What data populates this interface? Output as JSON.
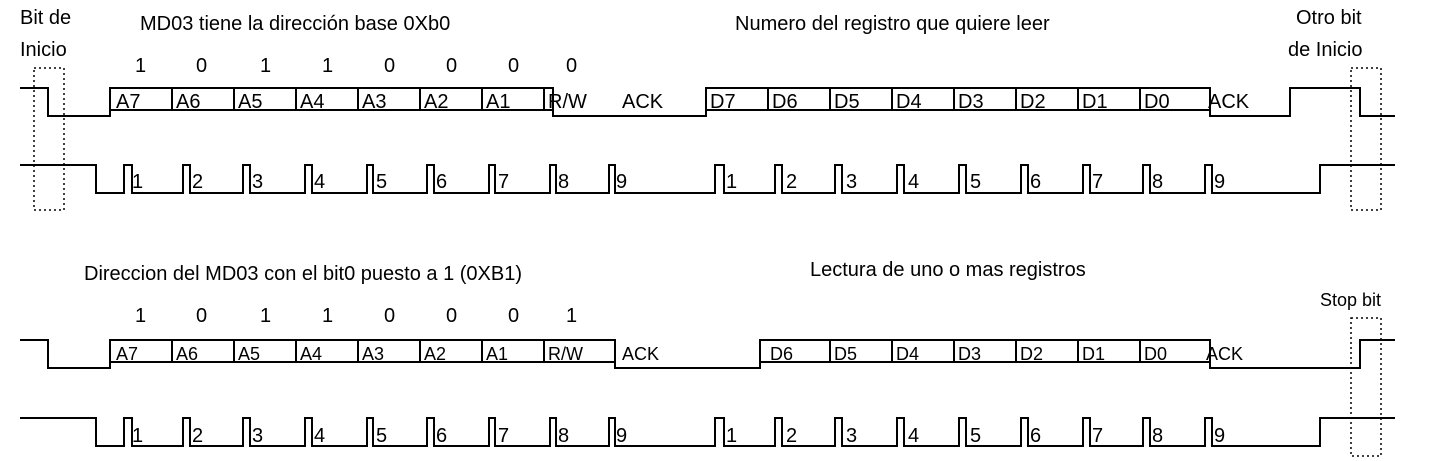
{
  "top": {
    "start_bit_label": [
      "Bit de",
      "Inicio"
    ],
    "title_left": "MD03 tiene la dirección base 0Xb0",
    "title_right": "Numero del registro que quiere leer",
    "repeat_start_label": [
      "Otro bit",
      "de Inicio"
    ],
    "addr_bits": [
      "1",
      "0",
      "1",
      "1",
      "0",
      "0",
      "0",
      "0"
    ],
    "addr_fields": [
      "A7",
      "A6",
      "A5",
      "A4",
      "A3",
      "A2",
      "A1",
      "R/W",
      "ACK"
    ],
    "data_fields": [
      "D7",
      "D6",
      "D5",
      "D4",
      "D3",
      "D2",
      "D1",
      "D0",
      "ACK"
    ],
    "clock_numbers_1": [
      "1",
      "2",
      "3",
      "4",
      "5",
      "6",
      "7",
      "8",
      "9"
    ],
    "clock_numbers_2": [
      "1",
      "2",
      "3",
      "4",
      "5",
      "6",
      "7",
      "8",
      "9"
    ]
  },
  "bottom": {
    "title_left": "Direccion del MD03 con el bit0 puesto a 1 (0XB1)",
    "title_right": "Lectura de uno o mas registros",
    "stop_label": "Stop bit",
    "addr_bits": [
      "1",
      "0",
      "1",
      "1",
      "0",
      "0",
      "0",
      "1"
    ],
    "addr_fields": [
      "A7",
      "A6",
      "A5",
      "A4",
      "A3",
      "A2",
      "A1",
      "R/W",
      "ACK"
    ],
    "data_fields": [
      "D6",
      "D5",
      "D4",
      "D3",
      "D2",
      "D1",
      "D0",
      "ACK"
    ],
    "clock_numbers_1": [
      "1",
      "2",
      "3",
      "4",
      "5",
      "6",
      "7",
      "8",
      "9"
    ],
    "clock_numbers_2": [
      "1",
      "2",
      "3",
      "4",
      "5",
      "6",
      "7",
      "8",
      "9"
    ]
  }
}
